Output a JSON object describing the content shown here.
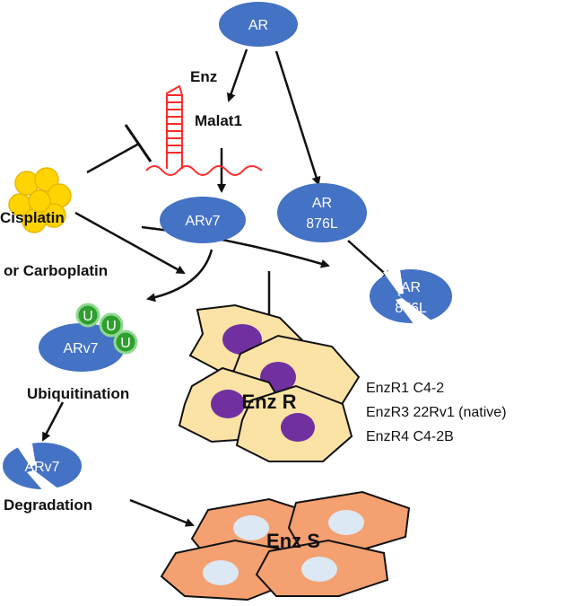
{
  "colors": {
    "node_blue": "#4472c4",
    "malat_red": "#ff2a2a",
    "resistant_cell": "#fbe3a6",
    "resistant_nucleus": "#7030a0",
    "sensitive_cell": "#f4a070",
    "sensitive_nucleus": "#dce8f4",
    "platinum": "#ffd400",
    "ubiquitin": "#4bb34b"
  },
  "nodes": {
    "ar": "AR",
    "arv7": "ARv7",
    "ar876l_line1": "AR",
    "ar876l_line2": "876L",
    "ar876l_degraded_line1": "AR",
    "ar876l_degraded_line2": "876L",
    "arv7_ubiquitinated": "ARv7",
    "arv7_degraded": "ARv7"
  },
  "ubiquitin_label": "U",
  "labels": {
    "enz": "Enz",
    "malat1": "Malat1",
    "cisplatin": "Cisplatin",
    "carboplatin": "or Carboplatin",
    "ubiquitination": "Ubiquitination",
    "degradation": "Degradation"
  },
  "cells": {
    "resistant_label": "Enz R",
    "sensitive_label": "Enz S",
    "cell_lines": [
      "EnzR1 C4-2",
      "EnzR3 22Rv1 (native)",
      "EnzR4 C4-2B"
    ]
  }
}
